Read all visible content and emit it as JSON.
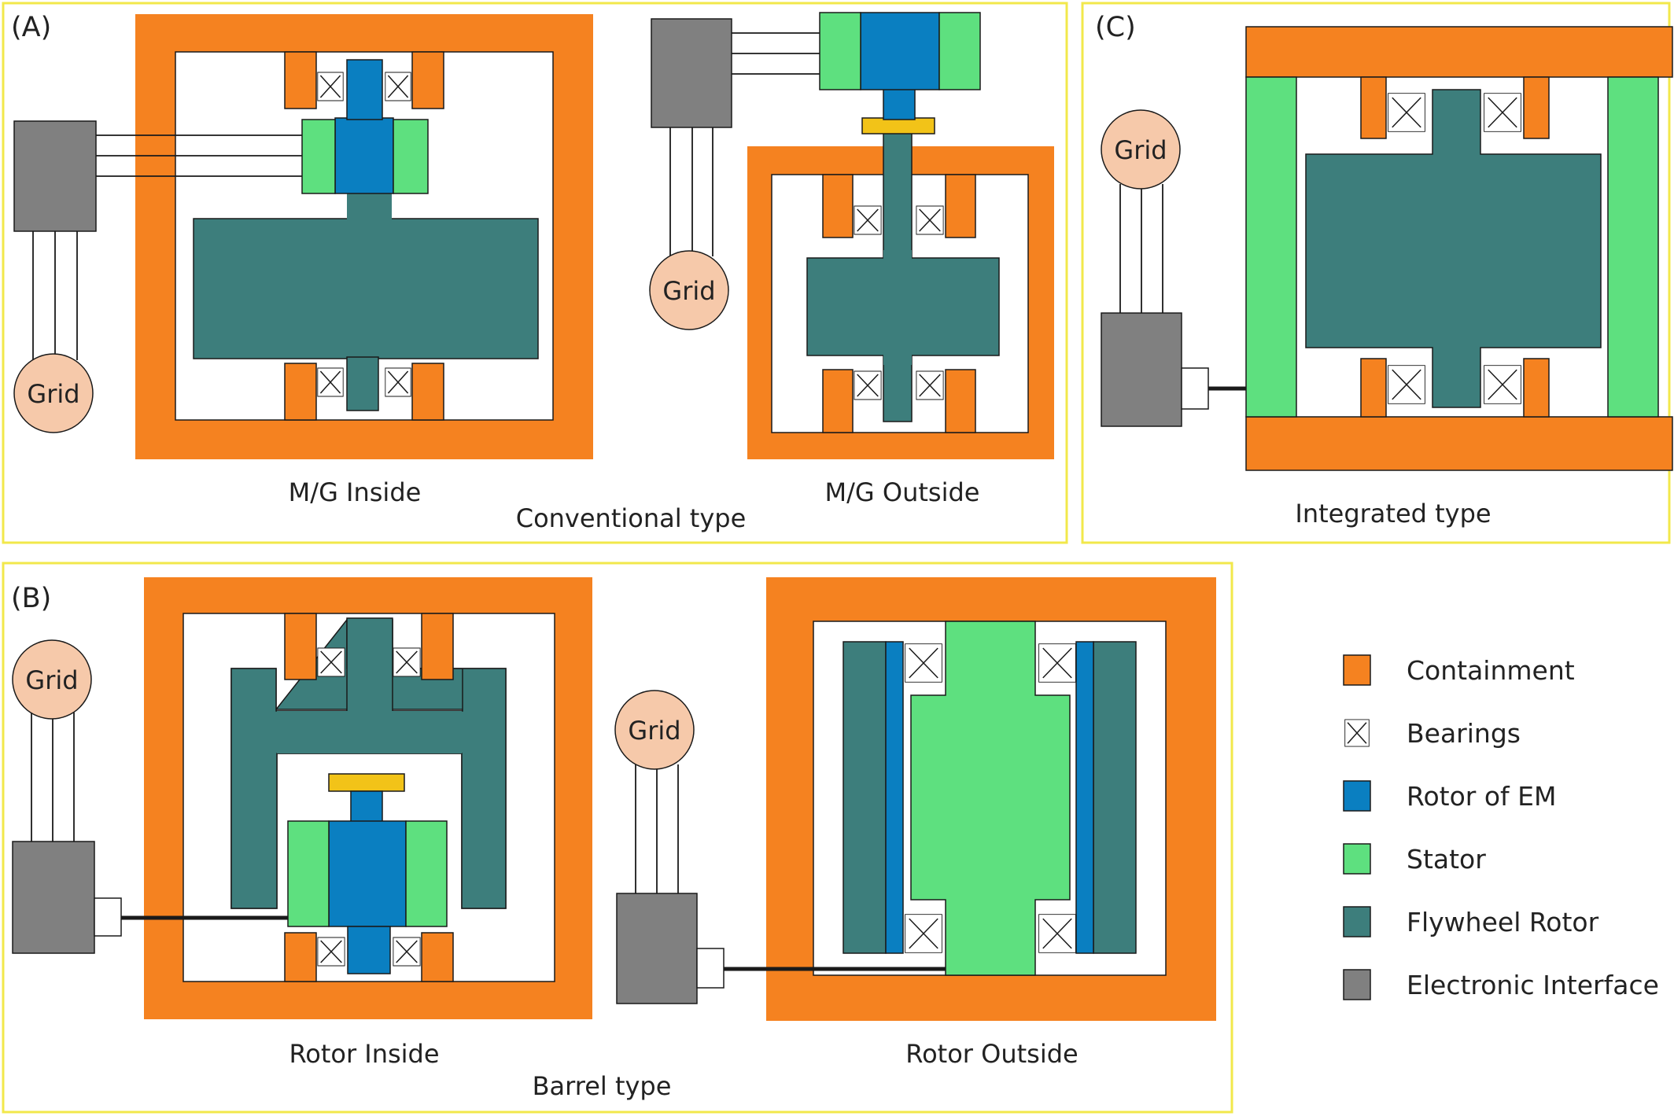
{
  "panels": {
    "a": {
      "letter": "(A)",
      "left_caption": "M/G Inside",
      "right_caption": "M/G Outside",
      "type_caption": "Conventional type"
    },
    "b": {
      "letter": "(B)",
      "left_caption": "Rotor Inside",
      "right_caption": "Rotor Outside",
      "type_caption": "Barrel type"
    },
    "c": {
      "letter": "(C)",
      "type_caption": "Integrated type"
    }
  },
  "grid_label": "Grid",
  "legend": [
    {
      "key": "containment",
      "label": "Containment",
      "color": "#f58220"
    },
    {
      "key": "bearings",
      "label": "Bearings",
      "color": "#ffffff"
    },
    {
      "key": "rotor-em",
      "label": "Rotor of EM",
      "color": "#0a7fc1"
    },
    {
      "key": "stator",
      "label": "Stator",
      "color": "#5ee07f"
    },
    {
      "key": "flywheel-rotor",
      "label": "Flywheel Rotor",
      "color": "#3d7e7c"
    },
    {
      "key": "electronic-interface",
      "label": "Electronic Interface",
      "color": "#808080"
    }
  ],
  "colors": {
    "panel_border": "#f2e84b",
    "containment": "#f58220",
    "rotor_em": "#0a7fc1",
    "stator": "#5ee07f",
    "flywheel_rotor": "#3d7e7c",
    "electronic_interface": "#808080",
    "coupling": "#f2c318",
    "grid_fill": "#f6c9aa",
    "outline": "#1a1a1a"
  }
}
